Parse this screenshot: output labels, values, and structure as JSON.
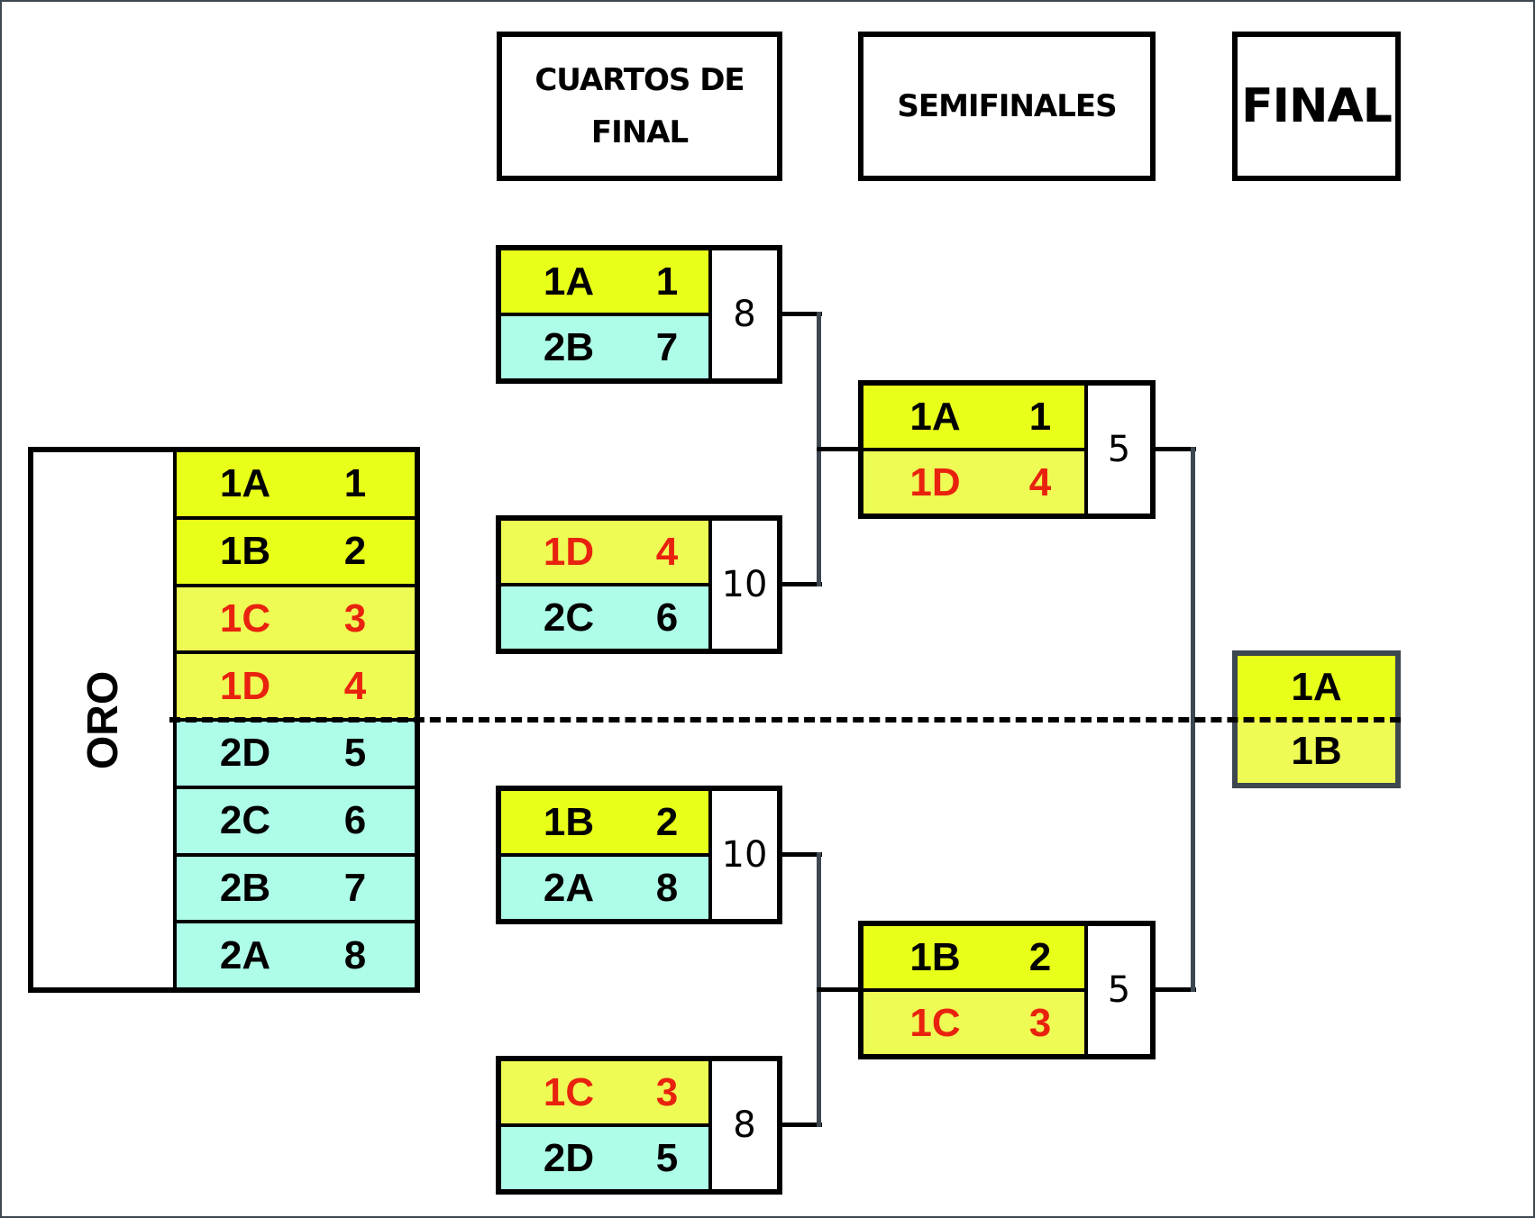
{
  "headers": {
    "quarterfinals": "CUARTOS DE FINAL",
    "semifinals": "SEMIFINALES",
    "final": "FINAL"
  },
  "group": {
    "label": "ORO",
    "rows": [
      {
        "code": "1A",
        "seed": "1",
        "style": "bright-yellow",
        "text_color": "black"
      },
      {
        "code": "1B",
        "seed": "2",
        "style": "bright-yellow",
        "text_color": "black"
      },
      {
        "code": "1C",
        "seed": "3",
        "style": "pale-yellow",
        "text_color": "red"
      },
      {
        "code": "1D",
        "seed": "4",
        "style": "pale-yellow",
        "text_color": "red"
      },
      {
        "code": "2D",
        "seed": "5",
        "style": "cyan",
        "text_color": "black"
      },
      {
        "code": "2C",
        "seed": "6",
        "style": "cyan",
        "text_color": "black"
      },
      {
        "code": "2B",
        "seed": "7",
        "style": "cyan",
        "text_color": "black"
      },
      {
        "code": "2A",
        "seed": "8",
        "style": "cyan",
        "text_color": "black"
      }
    ]
  },
  "quarterfinals": [
    {
      "score": "8",
      "teams": [
        {
          "code": "1A",
          "seed": "1"
        },
        {
          "code": "2B",
          "seed": "7"
        }
      ]
    },
    {
      "score": "10",
      "teams": [
        {
          "code": "1D",
          "seed": "4"
        },
        {
          "code": "2C",
          "seed": "6"
        }
      ]
    },
    {
      "score": "10",
      "teams": [
        {
          "code": "1B",
          "seed": "2"
        },
        {
          "code": "2A",
          "seed": "8"
        }
      ]
    },
    {
      "score": "8",
      "teams": [
        {
          "code": "1C",
          "seed": "3"
        },
        {
          "code": "2D",
          "seed": "5"
        }
      ]
    }
  ],
  "semifinals": [
    {
      "score": "5",
      "teams": [
        {
          "code": "1A",
          "seed": "1"
        },
        {
          "code": "1D",
          "seed": "4"
        }
      ]
    },
    {
      "score": "5",
      "teams": [
        {
          "code": "1B",
          "seed": "2"
        },
        {
          "code": "1C",
          "seed": "3"
        }
      ]
    }
  ],
  "final": {
    "teams": [
      {
        "code": "1A"
      },
      {
        "code": "1B"
      }
    ]
  },
  "colors": {
    "bright_yellow": "#e8ff1a",
    "pale_yellow": "#effb55",
    "cyan": "#aefde9",
    "red_text": "#e8220e",
    "connector_gray": "#3d4750"
  }
}
